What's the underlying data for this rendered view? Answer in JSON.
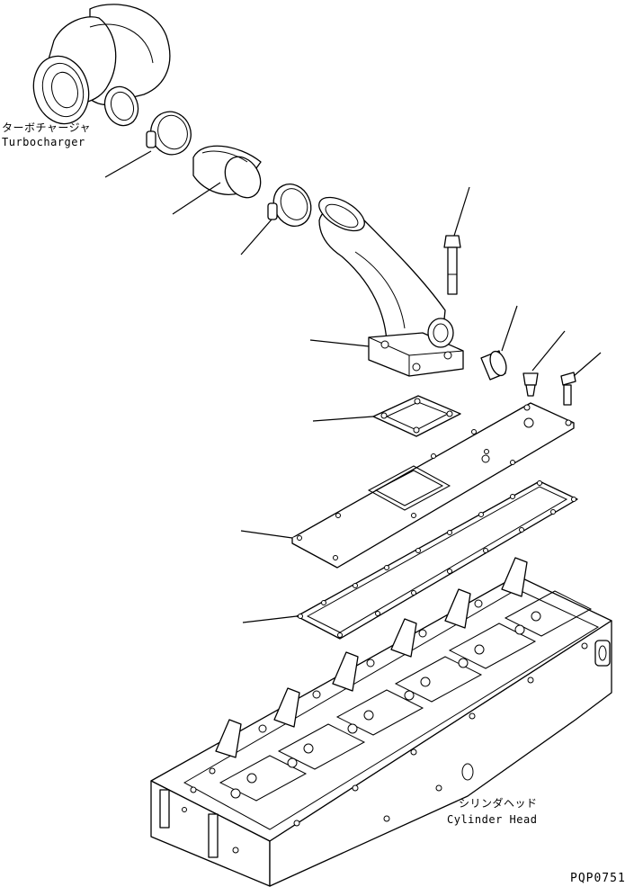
{
  "labels": {
    "turbocharger_jp": "ターボチャージャ",
    "turbocharger_en": "Turbocharger",
    "cylinder_head_jp": "シリンダヘッド",
    "cylinder_head_en": "Cylinder Head",
    "drawing_code": "PQP0751"
  }
}
